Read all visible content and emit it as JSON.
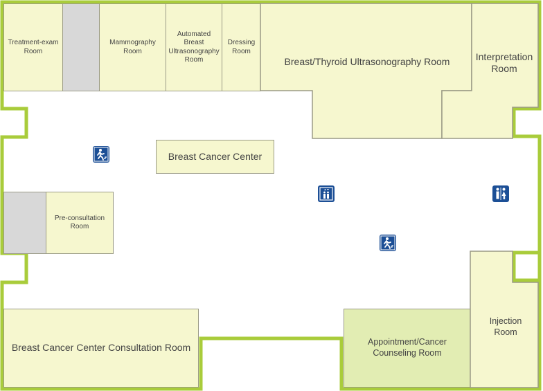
{
  "colors": {
    "wall": "#a9cc3b",
    "room_fill": "#f6f7cf",
    "room_fill_highlight": "#e2edb3",
    "room_border": "#9a9a86",
    "utility_gray": "#d8d8d8",
    "icon_blue": "#1c4f96"
  },
  "rooms": {
    "treatment_exam": "Treatment-exam\nRoom",
    "mammography": "Mammography\nRoom",
    "automated_breast_us": "Automated\nBreast\nUltrasonography\nRoom",
    "dressing": "Dressing\nRoom",
    "breast_thyroid_us": "Breast/Thyroid Ultrasonography Room",
    "interpretation": "Interpretation\nRoom",
    "breast_cancer_center": "Breast Cancer Center",
    "pre_consultation": "Pre-consultation\nRoom",
    "consultation": "Breast Cancer Center Consultation Room",
    "appointment": "Appointment/Cancer\nCounseling Room",
    "injection": "Injection\nRoom"
  },
  "icons": [
    {
      "name": "emergency-exit-icon",
      "symbol": "emergency exit"
    },
    {
      "name": "elevator-icon",
      "symbol": "elevator"
    },
    {
      "name": "restroom-icon",
      "symbol": "restroom"
    },
    {
      "name": "emergency-exit-icon",
      "symbol": "emergency exit"
    }
  ]
}
